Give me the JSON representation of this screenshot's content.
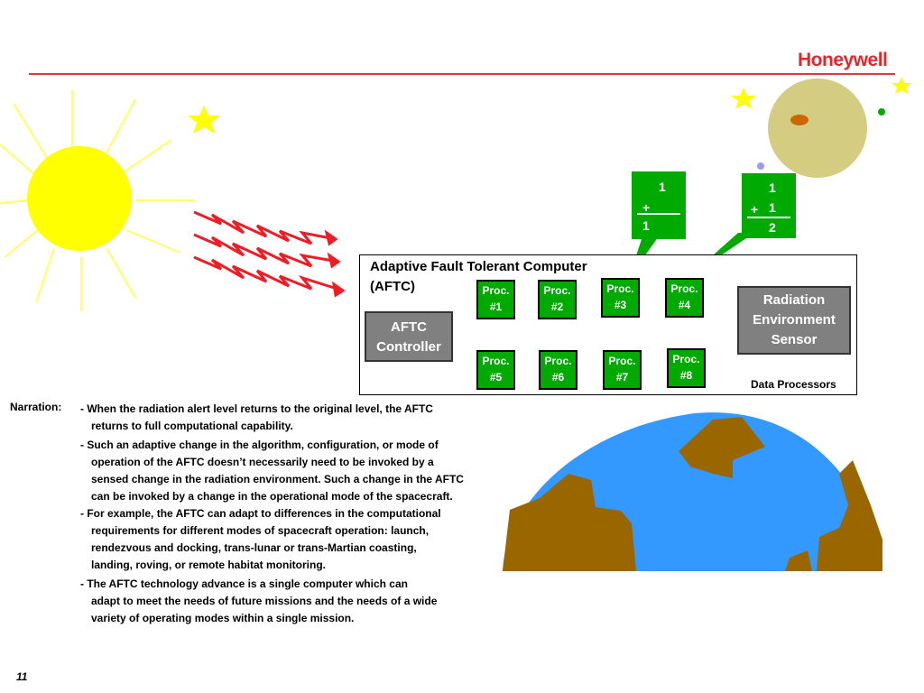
{
  "brand": {
    "logo_text": "Honeywell",
    "accent_color": "#e8262a"
  },
  "diagram": {
    "title_line1": "Adaptive Fault Tolerant Computer",
    "title_line2": "(AFTC)",
    "controller": {
      "line1": "AFTC",
      "line2": "Controller"
    },
    "sensor": {
      "line1": "Radiation",
      "line2": "Environment",
      "line3": "Sensor"
    },
    "processors": [
      {
        "line1": "Proc.",
        "line2": "#1"
      },
      {
        "line1": "Proc.",
        "line2": "#2"
      },
      {
        "line1": "Proc.",
        "line2": "#3"
      },
      {
        "line1": "Proc.",
        "line2": "#4"
      },
      {
        "line1": "Proc.",
        "line2": "#5"
      },
      {
        "line1": "Proc.",
        "line2": "#6"
      },
      {
        "line1": "Proc.",
        "line2": "#7"
      },
      {
        "line1": "Proc.",
        "line2": "#8"
      }
    ],
    "data_processors_label": "Data Processors",
    "callout_left": {
      "top": "1",
      "op": "+",
      "bottom": "1"
    },
    "callout_right": {
      "top": "1",
      "op": "+",
      "mid": "1",
      "result": "2"
    }
  },
  "narration": {
    "label": "Narration:",
    "items": [
      {
        "first": "- When the radiation alert level returns to the original level, the AFTC",
        "rest": [
          "returns to full computational capability."
        ]
      },
      {
        "first": "- Such an adaptive change in the algorithm, configuration, or mode of",
        "rest": [
          "operation of the AFTC doesn’t necessarily need to be invoked by a",
          "sensed change in the radiation environment.  Such a change in the AFTC",
          "can be invoked by a change in the operational mode of the spacecraft."
        ]
      },
      {
        "first": "- For example, the AFTC can adapt to differences in the computational",
        "rest": [
          "requirements for different modes of spacecraft operation: launch,",
          "rendezvous and docking, trans-lunar or trans-Martian coasting,",
          "landing, roving, or remote habitat monitoring."
        ]
      },
      {
        "first": "- The AFTC technology advance is a single computer which can",
        "rest": [
          "adapt to meet the needs of future missions and the needs of a wide",
          "variety of operating modes within a single mission."
        ]
      }
    ]
  },
  "page_number": "11"
}
